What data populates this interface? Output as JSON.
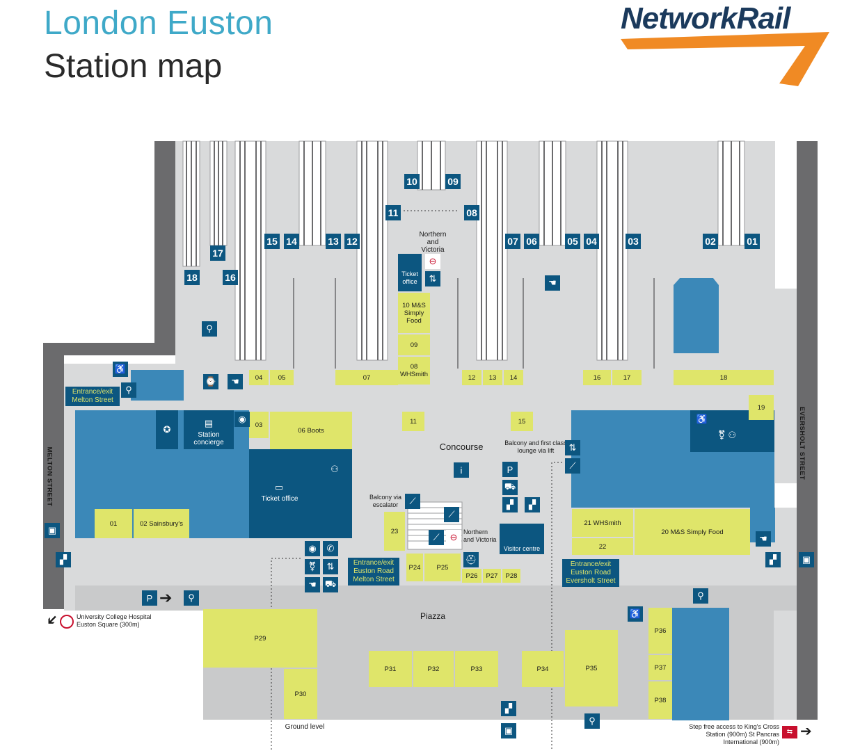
{
  "header": {
    "title": "London Euston",
    "subtitle": "Station map",
    "logo": "NetworkRail"
  },
  "colors": {
    "accent_teal": "#3fa9c8",
    "dark_blue": "#0c5680",
    "mid_blue": "#3b88b8",
    "yellow": "#dfe56a",
    "grey_road": "#6b6b6d",
    "platform_grey": "#d9dadb",
    "logo_orange": "#f08a24"
  },
  "platforms": [
    "18",
    "17",
    "16",
    "15",
    "14",
    "13",
    "12",
    "11",
    "10",
    "09",
    "08",
    "07",
    "06",
    "05",
    "04",
    "03",
    "02",
    "01"
  ],
  "areas": {
    "concourse": "Concourse",
    "piazza": "Piazza",
    "ground_level": "Ground level",
    "ticket_office_top": "Ticket office",
    "ticket_office_main": "Ticket office",
    "station_concierge": "Station concierge",
    "visitor_centre": "Visitor centre",
    "northern_victoria_top": "Northern and Victoria",
    "northern_victoria_bottom": "Northern and Victoria",
    "balcony_escalator": "Balcony via escalator",
    "balcony_lift": "Balcony and first class lounge via lift"
  },
  "units": {
    "u10": "10 M&S Simply Food",
    "u09": "09",
    "u08": "08 WHSmith",
    "u04": "04",
    "u05": "05",
    "u07": "07",
    "u12": "12",
    "u13": "13",
    "u14": "14",
    "u16": "16",
    "u17": "17",
    "u18": "18",
    "u19": "19",
    "u11": "11",
    "u15": "15",
    "u03": "03",
    "u06": "06 Boots",
    "u01": "01",
    "u02": "02 Sainsbury's",
    "u21": "21 WHSmith",
    "u22": "22",
    "u20": "20 M&S Simply Food",
    "u23": "23",
    "p24": "P24",
    "p25": "P25",
    "p26": "P26",
    "p27": "P27",
    "p28": "P28",
    "p29": "P29",
    "p30": "P30",
    "p31": "P31",
    "p32": "P32",
    "p33": "P33",
    "p34": "P34",
    "p35": "P35",
    "p36": "P36",
    "p37": "P37",
    "p38": "P38"
  },
  "entrances": {
    "melton": "Entrance/exit Melton Street",
    "euston_melton": "Entrance/exit Euston Road Melton Street",
    "euston_eversholt": "Entrance/exit Euston Road Eversholt Street"
  },
  "streets": {
    "melton": "MELTON STREET",
    "eversholt": "EVERSHOLT STREET"
  },
  "footnotes": {
    "ucl": "University College Hospital Euston Square (300m)",
    "step_free": "Step free access to King's Cross Station (900m) St Pancras International (900m)"
  },
  "icons": {
    "parking": "P",
    "info": "i"
  }
}
